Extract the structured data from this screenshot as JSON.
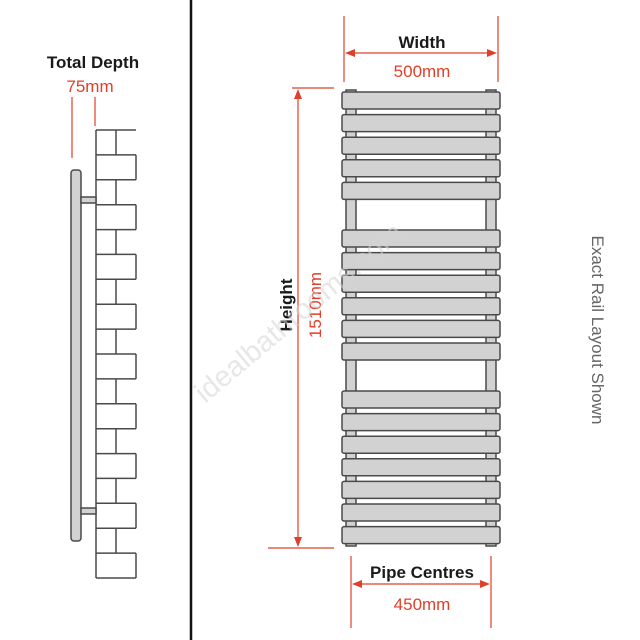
{
  "depth": {
    "label": "Total Depth",
    "value": "75mm"
  },
  "width": {
    "label": "Width",
    "value": "500mm"
  },
  "height": {
    "label": "Height",
    "value": "1510mm"
  },
  "pipe_centres": {
    "label": "Pipe Centres",
    "value": "450mm"
  },
  "side_note": "Exact Rail Layout Shown",
  "watermark": "idealbathrooms.com",
  "rails": {
    "top_group": 5,
    "middle_group": 6,
    "bottom_group": 7
  },
  "colors": {
    "accent_red": "#e0402a",
    "text_dark": "#1a1a1a",
    "rail_fill": "#d2d2d2",
    "outline": "#4a4a4a",
    "side_note_gray": "#666666"
  }
}
